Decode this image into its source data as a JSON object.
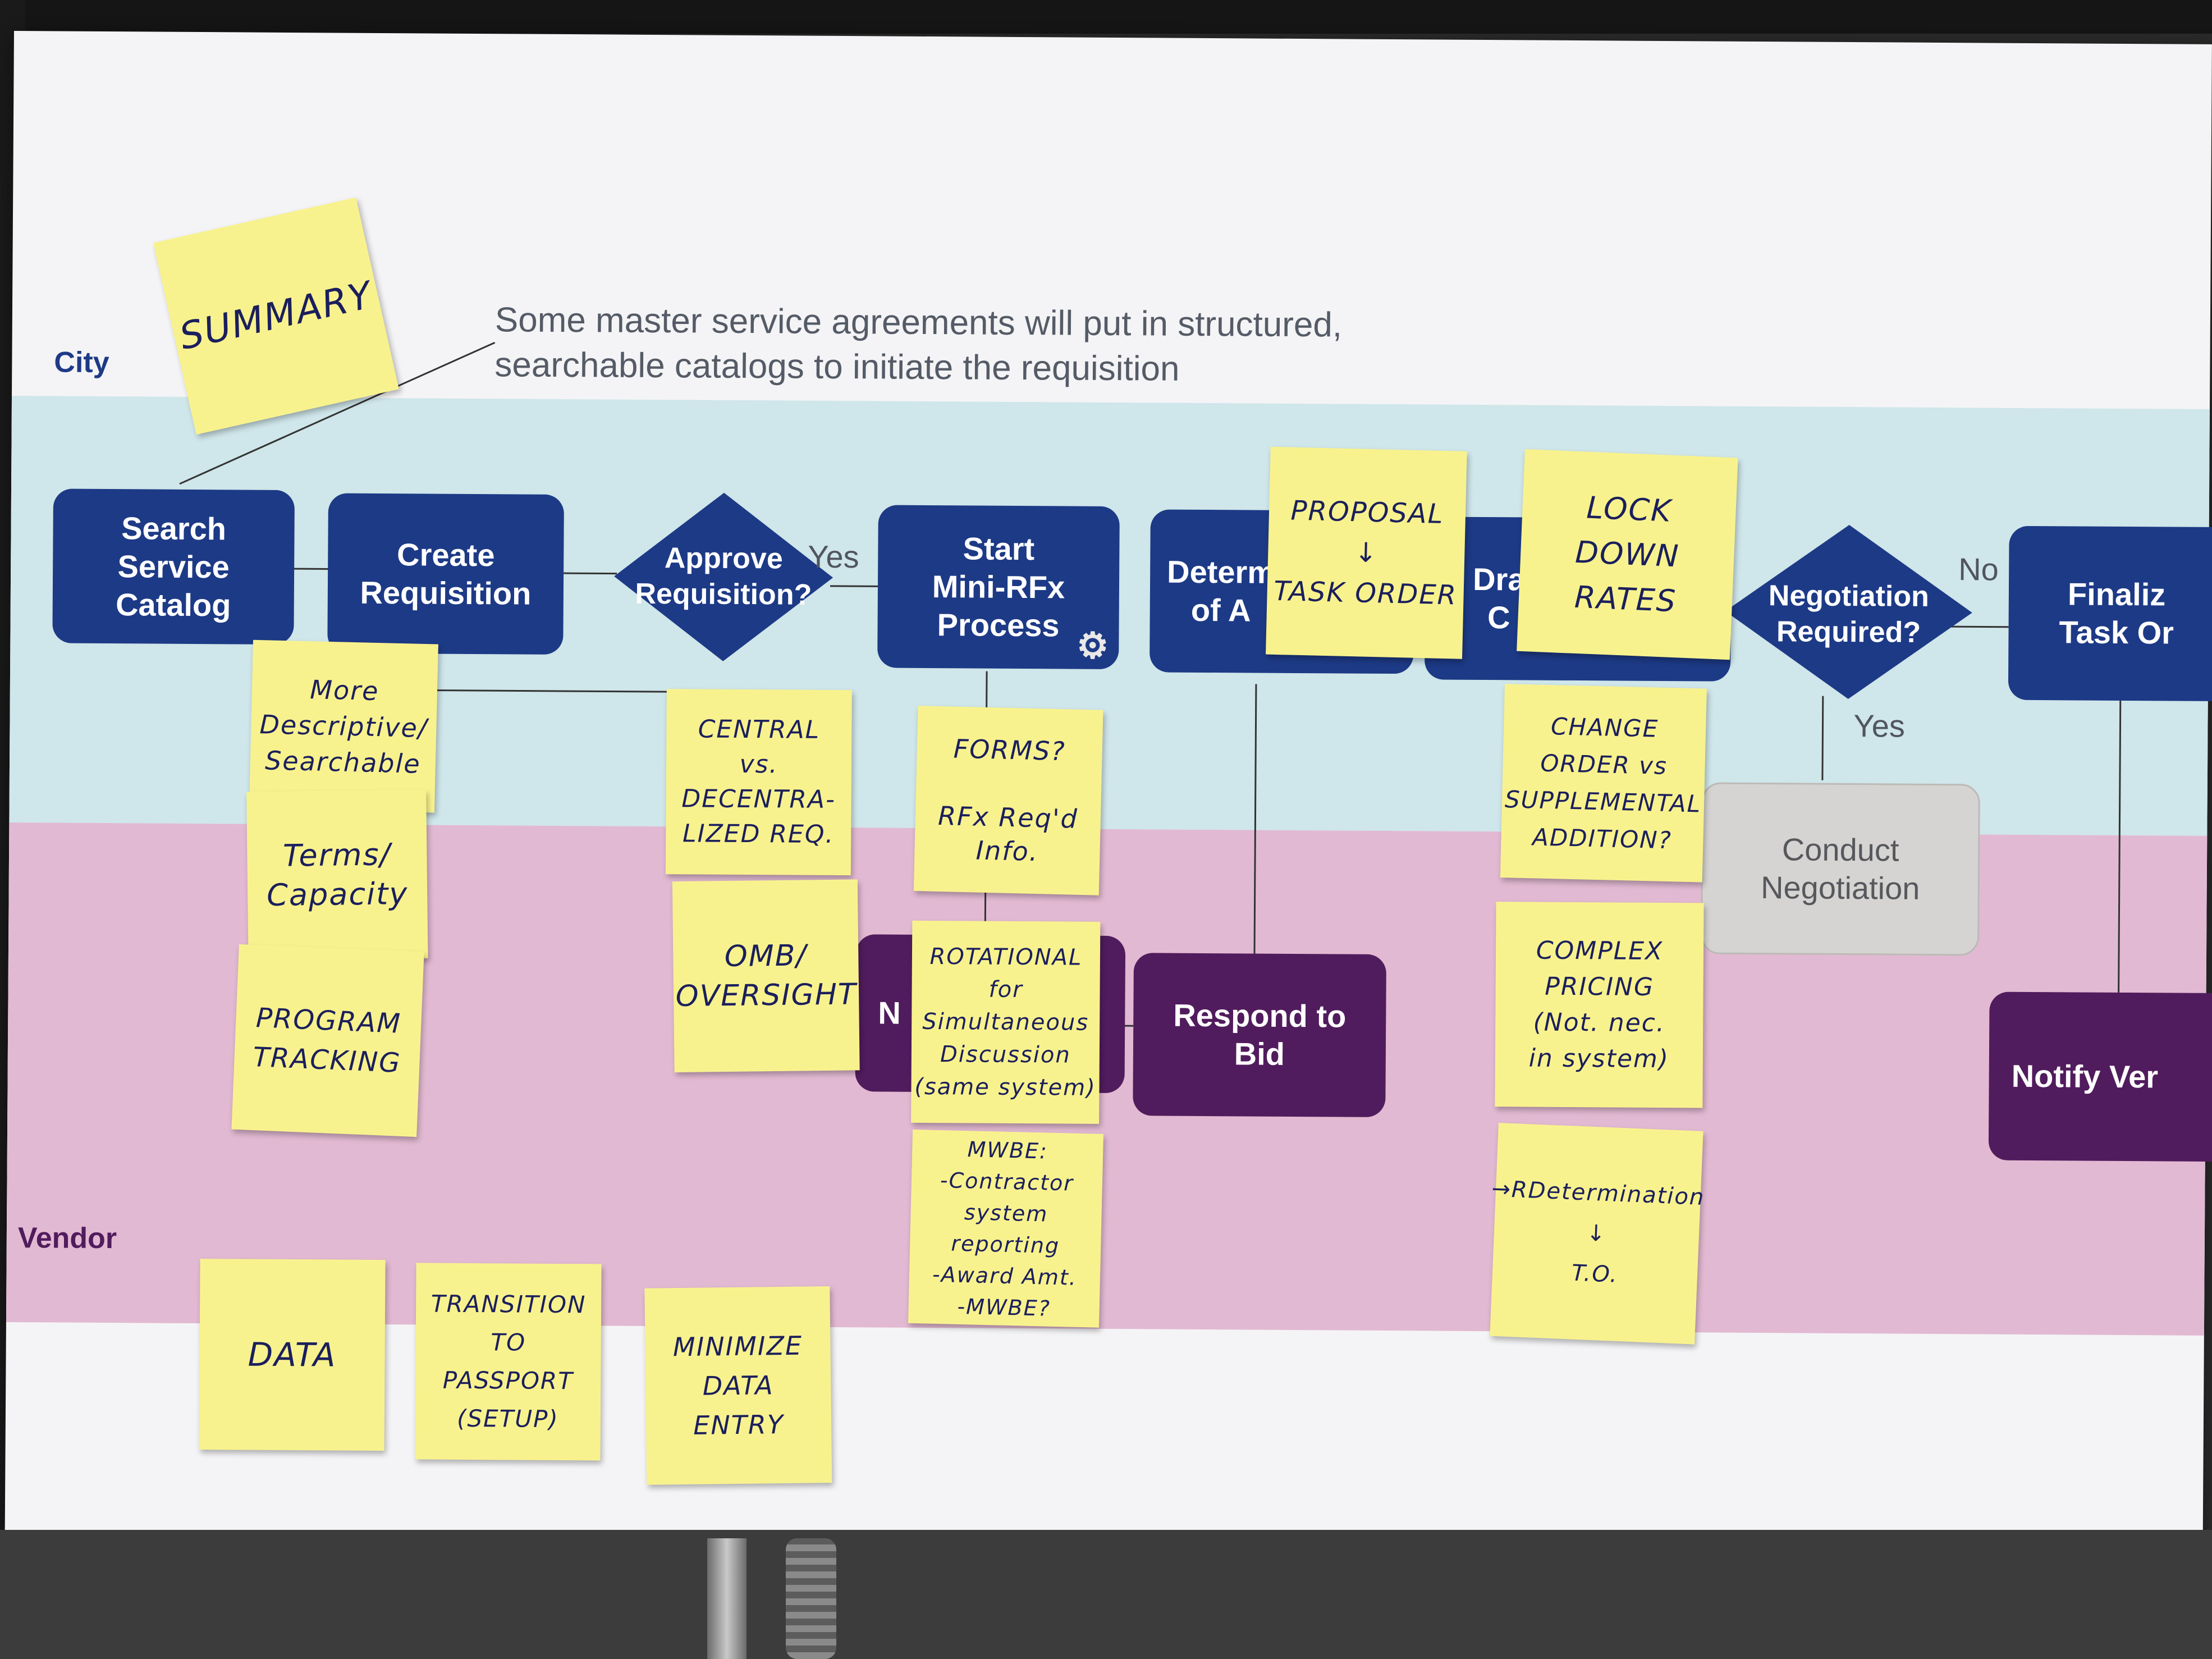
{
  "poster": {
    "city_label": "City",
    "vendor_label": "Vendor",
    "annotation": "Some master service agreements will put in structured,\nsearchable catalogs to initiate the requisition"
  },
  "colors": {
    "city_lane": "#cfe6ea",
    "vendor_lane": "#e2b9d2",
    "city_step": "#1d3a86",
    "vendor_step": "#511c5d",
    "sticky": "#f8f28e",
    "neutral_step": "#d6d4d2"
  },
  "steps": {
    "search_service_catalog": "Search\nService\nCatalog",
    "create_requisition": "Create\nRequisition",
    "approve_requisition": "Approve\nRequisition?",
    "start_mini_rfx": "Start\nMini-RFx\nProcess",
    "determine": "Determ\nof A",
    "draft": "Dra\nC",
    "negotiation_required": "Negotiation\nRequired?",
    "finalize_task_order": "Finaliz\nTask Or",
    "conduct_negotiation": "Conduct\nNegotiation",
    "respond_to_bid": "Respond to\nBid",
    "notify_vendor": "Notify Ver",
    "vendor_partial": "N"
  },
  "edge_labels": {
    "approve_yes": "Yes",
    "negotiation_no": "No",
    "negotiation_yes": "Yes"
  },
  "icons": {
    "gear": "gear-icon"
  },
  "stickies": {
    "summary": "SUMMARY",
    "more_descriptive": "More\nDescriptive/\nSearchable",
    "terms_capacity": "Terms/\nCapacity",
    "program_tracking": "PROGRAM\nTRACKING",
    "central_vs_decentral": "CENTRAL\nvs.\nDECENTRA-\nLIZED REQ.",
    "omb_oversight": "OMB/\nOVERSIGHT",
    "forms": "FORMS?\n\nRFx Req'd\nInfo.",
    "rotational": "ROTATIONAL\nfor\nSimultaneous\nDiscussion\n(same system)",
    "mwbe": "MWBE:\n-Contractor\nsystem reporting\n-Award Amt.\n-MWBE?",
    "proposal_task_order": "PROPOSAL\n↓\nTASK ORDER",
    "lock_down_rates": "LOCK\nDOWN\nRATES",
    "change_order": "CHANGE\nORDER vs\nSUPPLEMENTAL\nADDITION?",
    "complex_pricing": "COMPLEX\nPRICING\n(Not. nec.\nin system)",
    "rd_determination": "→RDetermination\n↓\nT.O.",
    "data": "DATA",
    "transition_passport": "TRANSITION\nTO\nPASSPORT\n(SETUP)",
    "minimize_data_entry": "MINIMIZE\nDATA\nENTRY"
  }
}
